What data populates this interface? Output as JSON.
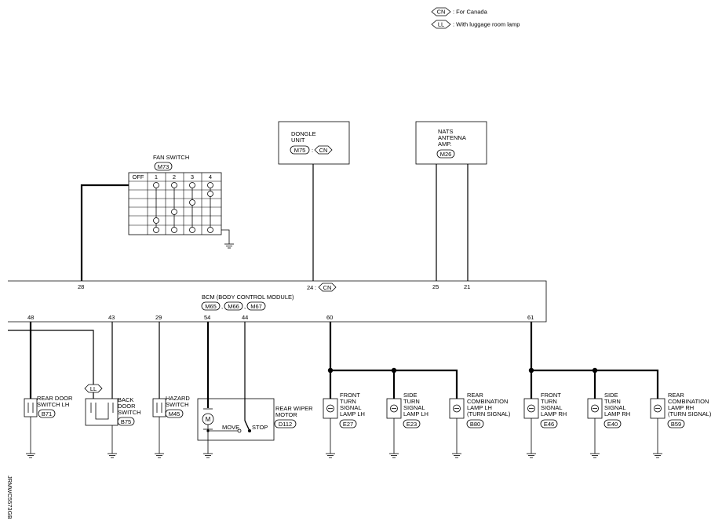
{
  "legend": [
    {
      "tag": "CN",
      "text": ": For Canada"
    },
    {
      "tag": "LL",
      "text": ": With luggage room lamp"
    }
  ],
  "fan_switch": {
    "label": "FAN SWITCH",
    "connector": "M73",
    "positions": [
      "OFF",
      "1",
      "2",
      "3",
      "4"
    ]
  },
  "dongle": {
    "lines": [
      "DONGLE",
      "UNIT"
    ],
    "connector": "M75",
    "tag": "CN"
  },
  "nats": {
    "lines": [
      "NATS",
      "ANTENNA",
      "AMP."
    ],
    "connector": "M26"
  },
  "bcm": {
    "label": "BCM (BODY CONTROL MODULE)",
    "connectors": [
      "M65",
      "M66",
      "M67"
    ],
    "top_pins": [
      "28",
      "24",
      "25",
      "21"
    ],
    "top_pin_24_tag": "CN",
    "bottom_pins": [
      "48",
      "43",
      "29",
      "54",
      "44",
      "60",
      "61"
    ]
  },
  "components": {
    "rear_door_switch": {
      "lines": [
        "REAR DOOR",
        "SWITCH LH"
      ],
      "connector": "B71"
    },
    "back_door_switch": {
      "lines": [
        "BACK",
        "DOOR",
        "SWITCH"
      ],
      "connector": "B75",
      "tag": "LL"
    },
    "hazard_switch": {
      "lines": [
        "HAZARD",
        "SWITCH"
      ],
      "connector": "M45"
    },
    "rear_wiper_motor": {
      "lines": [
        "REAR WIPER",
        "MOTOR"
      ],
      "connector": "D112",
      "motor_symbol": "M",
      "move": "MOVE",
      "stop": "STOP"
    },
    "front_turn_lh": {
      "lines": [
        "FRONT",
        "TURN",
        "SIGNAL",
        "LAMP LH"
      ],
      "connector": "E27"
    },
    "side_turn_lh": {
      "lines": [
        "SIDE",
        "TURN",
        "SIGNAL",
        "LAMP LH"
      ],
      "connector": "E23"
    },
    "rear_comb_lh": {
      "lines": [
        "REAR",
        "COMBINATION",
        "LAMP LH",
        "(TURN SIGNAL)"
      ],
      "connector": "B80"
    },
    "front_turn_rh": {
      "lines": [
        "FRONT",
        "TURN",
        "SIGNAL",
        "LAMP RH"
      ],
      "connector": "E46"
    },
    "side_turn_rh": {
      "lines": [
        "SIDE",
        "TURN",
        "SIGNAL",
        "LAMP RH"
      ],
      "connector": "E40"
    },
    "rear_comb_rh": {
      "lines": [
        "REAR",
        "COMBINATION",
        "LAMP RH",
        "(TURN SIGNAL)"
      ],
      "connector": "B59"
    }
  },
  "figure_id": "JRMWC5573GB"
}
